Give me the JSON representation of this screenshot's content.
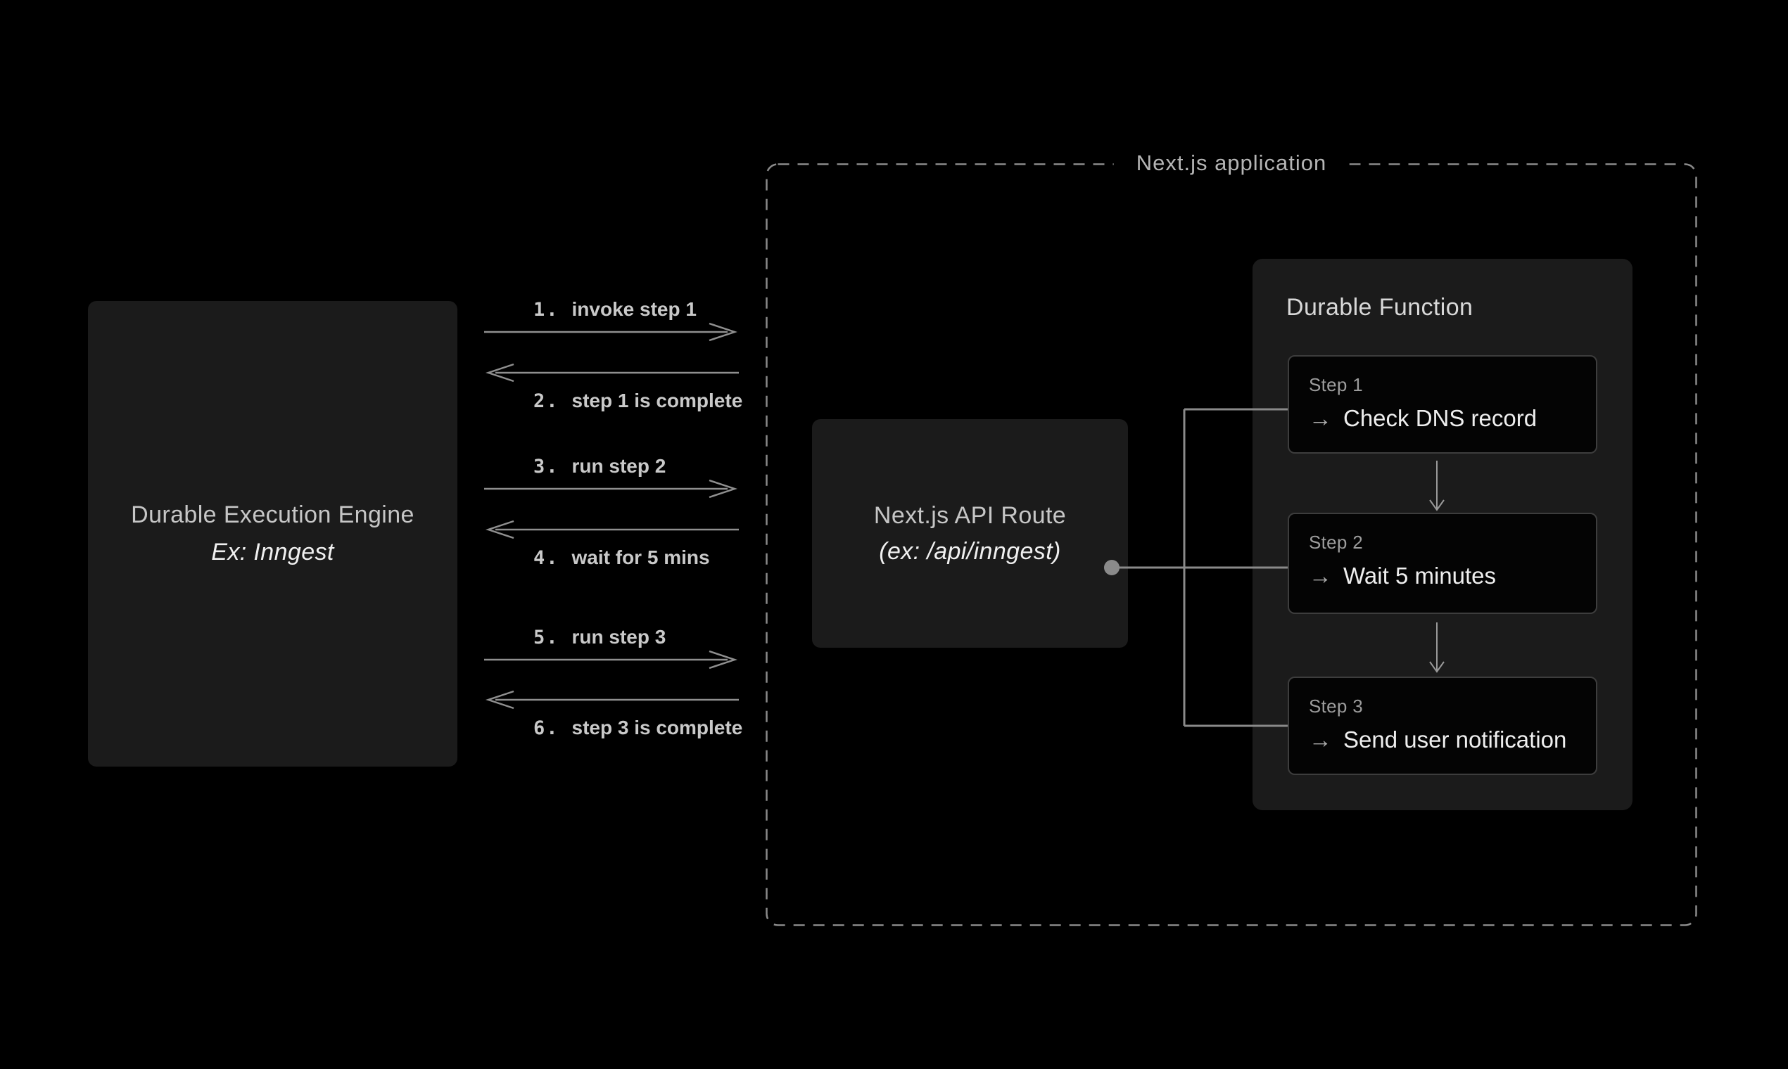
{
  "colors": {
    "background": "#000000",
    "box_fill": "#1b1b1b",
    "step_fill": "#040404",
    "step_border": "#3d3d3d",
    "connector_gray": "#8a8a8a",
    "arrow_label_gray": "#c9c9c9",
    "text_light": "#f0f0f0"
  },
  "engine_box": {
    "title": "Durable Execution Engine",
    "subtitle": "Ex: Inngest"
  },
  "sequence": {
    "arrows": [
      {
        "num": "1.",
        "text": "invoke step 1",
        "direction": "right"
      },
      {
        "num": "2.",
        "text": "step 1 is complete",
        "direction": "left"
      },
      {
        "num": "3.",
        "text": "run step 2",
        "direction": "right"
      },
      {
        "num": "4.",
        "text": "wait for 5 mins",
        "direction": "left"
      },
      {
        "num": "5.",
        "text": "run step 3",
        "direction": "right"
      },
      {
        "num": "6.",
        "text": "step 3 is complete",
        "direction": "left"
      }
    ]
  },
  "nextjs_app": {
    "label": "Next.js application"
  },
  "api_route_box": {
    "title": "Next.js API Route",
    "subtitle": "(ex: /api/inngest)"
  },
  "durable_function": {
    "title": "Durable Function",
    "steps": [
      {
        "label": "Step 1",
        "icon": "→",
        "action": "Check DNS record"
      },
      {
        "label": "Step 2",
        "icon": "→",
        "action": "Wait 5 minutes"
      },
      {
        "label": "Step 3",
        "icon": "→",
        "action": "Send user notification"
      }
    ]
  }
}
